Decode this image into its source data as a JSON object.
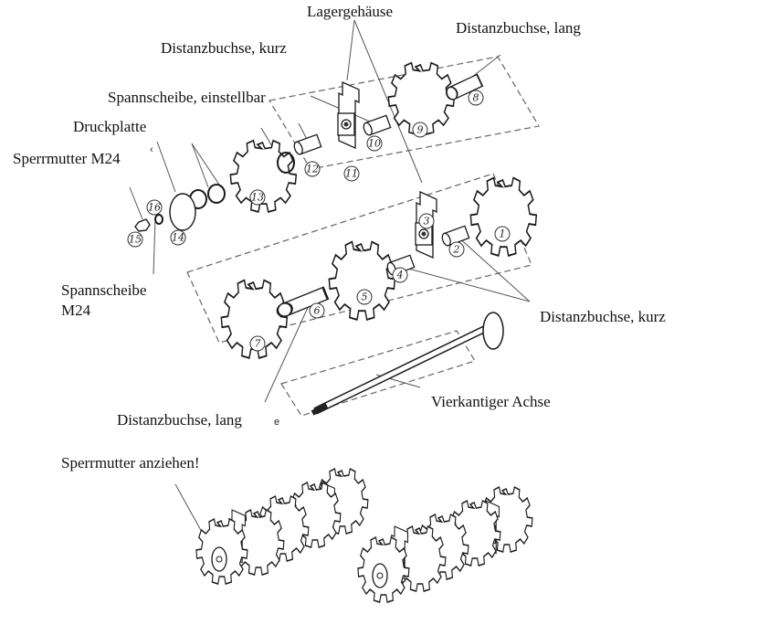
{
  "labels": {
    "lagergehaeuse": "Lagergehäuse",
    "distanzbuchse_lang_top": "Distanzbuchse, lang",
    "distanzbuchse_kurz_top": "Distanzbuchse, kurz",
    "spannscheibe_einstellbar": "Spannscheibe, einstellbar",
    "druckplatte": "Druckplatte",
    "sperrmutter_m24": "Sperrmutter M24",
    "spannscheibe_m24_line1": "Spannscheibe",
    "spannscheibe_m24_line2": "M24",
    "distanzbuchse_kurz_right": "Distanzbuchse, kurz",
    "distanzbuchse_lang_bottom": "Distanzbuchse, lang",
    "vierkantiger_achse": "Vierkantiger Achse",
    "sperrmutter_anziehen": "Sperrmutter anziehen!",
    "stray_e": "e",
    "stray_caret": "‹"
  },
  "part_numbers": [
    "1",
    "2",
    "3",
    "4",
    "5",
    "6",
    "7",
    "8",
    "9",
    "10",
    "11",
    "12",
    "13",
    "14",
    "15",
    "16"
  ],
  "colors": {
    "line": "#1a1a1a",
    "leader": "#555555",
    "dash": "#666666",
    "background": "#ffffff"
  }
}
